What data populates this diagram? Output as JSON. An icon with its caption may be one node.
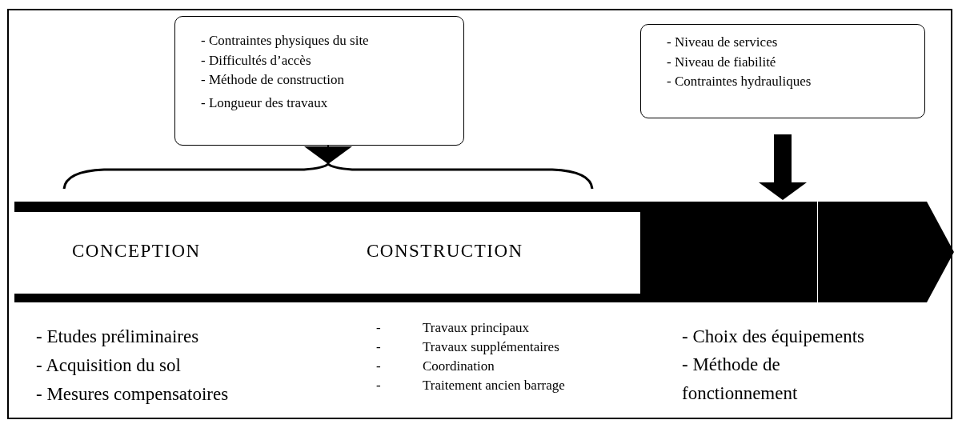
{
  "diagram": {
    "nodes": [
      {
        "text": [
          "- Contraintes physiques du site",
          "- Difficultés d’accès",
          "- Méthode de construction",
          "- Longueur des travaux"
        ]
      },
      {
        "text": [
          "- Niveau de  services",
          "- Niveau de fiabilité",
          "- Contraintes hydrauliques"
        ]
      },
      {
        "text": [
          "CONCEPTION",
          "CONSTRUCTION"
        ]
      },
      {
        "text": [],
        "shape": "box"
      },
      {
        "text": [],
        "shape": "arrow"
      }
    ],
    "edges": [
      {
        "from": 0,
        "to": 2,
        "arrow": "to"
      },
      {
        "from": 1,
        "to": 3,
        "arrow": "to",
        "style": "thick"
      }
    ],
    "labels": [
      "- Etudes préliminaires",
      "- Acquisition du sol",
      "- Mesures compensatoires",
      "-",
      "Travaux principaux",
      "-",
      "Travaux supplémentaires",
      "-",
      "Coordination",
      "-",
      "Traitement ancien barrage",
      "- Choix des équipements",
      "- Méthode de fonctionnement"
    ]
  }
}
